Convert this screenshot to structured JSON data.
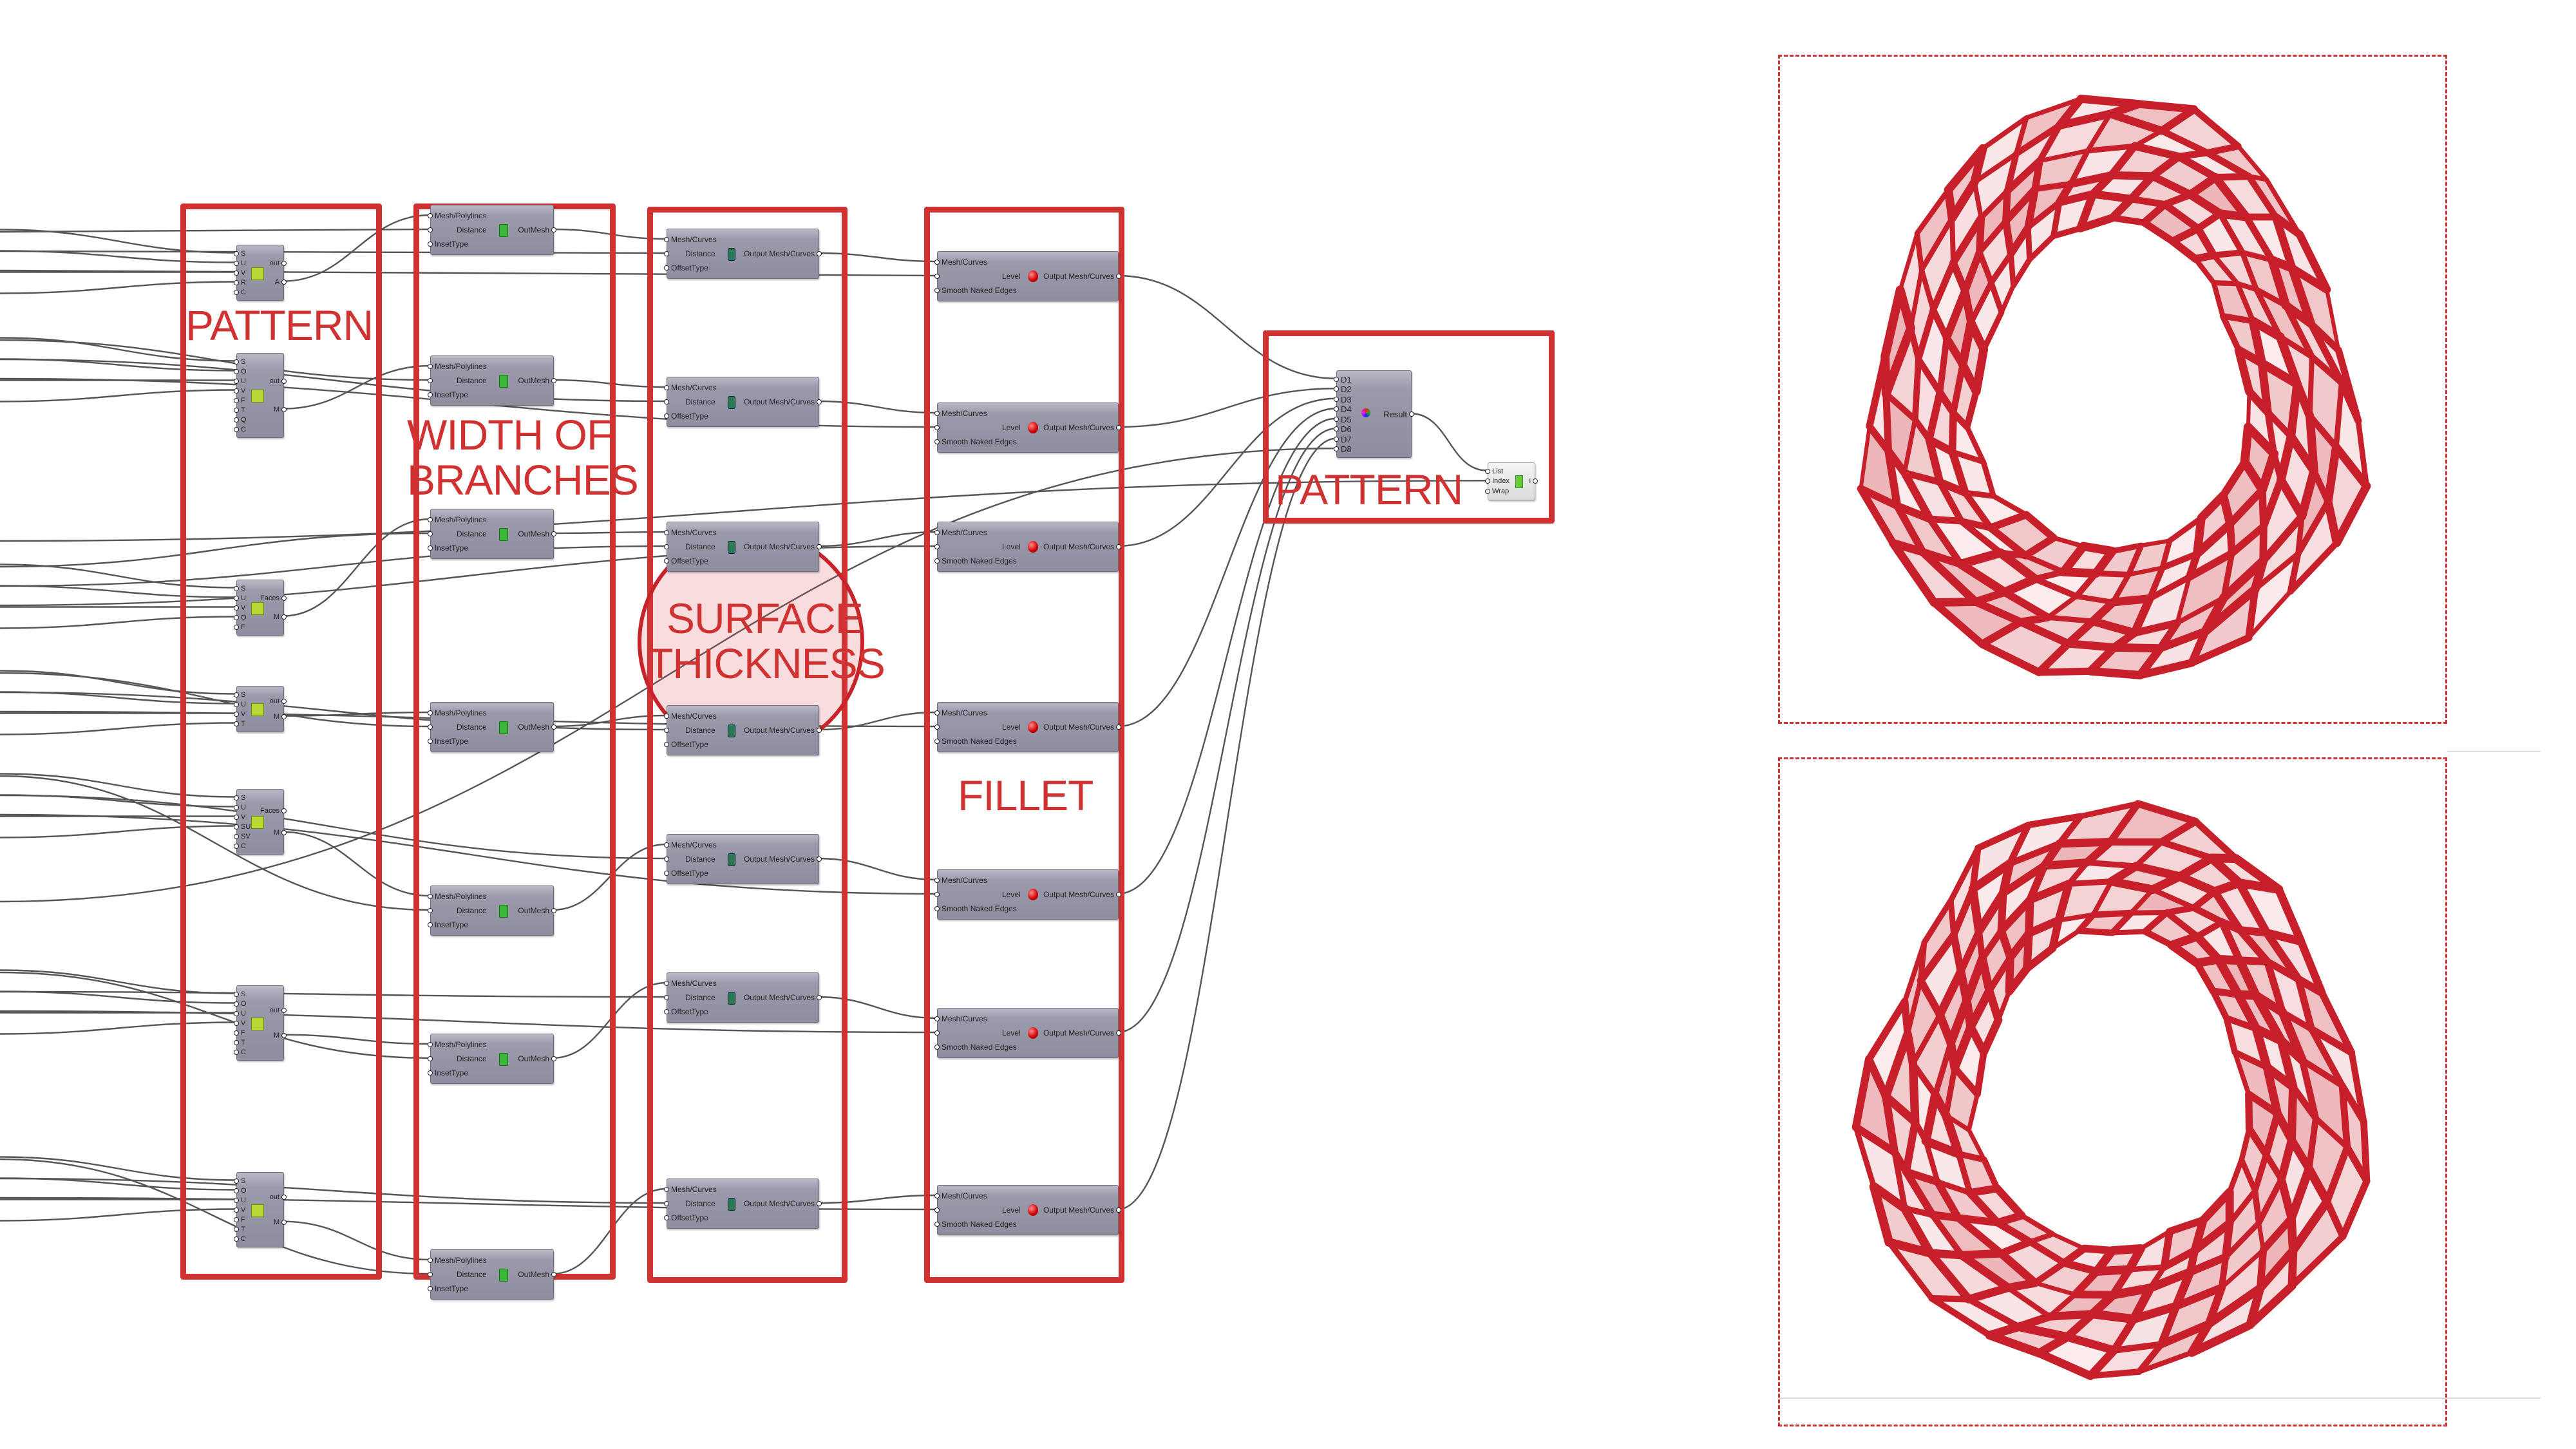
{
  "groups": {
    "pattern": "PATTERN",
    "width": "WIDTH OF BRANCHES",
    "width_line1": "WIDTH OF",
    "width_line2": "BRANCHES",
    "surface_line1": "SURFACE",
    "surface_line2": "THICKNESS",
    "fillet": "FILLET",
    "output_pattern": "PATTERN"
  },
  "pattern_nodes": [
    {
      "inputs": [
        "S",
        "U",
        "V",
        "R",
        "C"
      ],
      "outputs": [
        "out",
        "A"
      ]
    },
    {
      "inputs": [
        "S",
        "O",
        "U",
        "V",
        "F",
        "T",
        "Q",
        "C"
      ],
      "outputs": [
        "out",
        "M"
      ]
    },
    {
      "inputs": [
        "S",
        "U",
        "V",
        "O",
        "F"
      ],
      "outputs": [
        "Faces",
        "M"
      ]
    },
    {
      "inputs": [
        "S",
        "U",
        "V",
        "T"
      ],
      "outputs": [
        "out",
        "M"
      ]
    },
    {
      "inputs": [
        "S",
        "U",
        "V",
        "SU",
        "SV",
        "C"
      ],
      "outputs": [
        "Faces",
        "M"
      ]
    },
    {
      "inputs": [
        "S",
        "O",
        "U",
        "V",
        "F",
        "T",
        "C"
      ],
      "outputs": [
        "out",
        "M"
      ]
    },
    {
      "inputs": [
        "S",
        "O",
        "U",
        "V",
        "F",
        "T",
        "C"
      ],
      "outputs": [
        "out",
        "M"
      ]
    }
  ],
  "width_node": {
    "inputs": [
      "Mesh/Polylines",
      "Distance",
      "InsetType"
    ],
    "outputs": [
      "OutMesh"
    ]
  },
  "surface_node": {
    "inputs": [
      "Mesh/Curves",
      "Distance",
      "OffsetType"
    ],
    "outputs": [
      "Output Mesh/Curves"
    ]
  },
  "fillet_node": {
    "inputs": [
      "Mesh/Curves",
      "Level",
      "Smooth Naked Edges"
    ],
    "outputs": [
      "Output Mesh/Curves"
    ]
  },
  "merge_node": {
    "inputs": [
      "D1",
      "D2",
      "D3",
      "D4",
      "D5",
      "D6",
      "D7",
      "D8"
    ],
    "outputs": [
      "Result"
    ]
  },
  "list_item_node": {
    "inputs": [
      "List",
      "Index",
      "Wrap"
    ],
    "outputs": [
      "i"
    ]
  },
  "colors": {
    "accent": "#d03232",
    "render": "#c8202a"
  }
}
